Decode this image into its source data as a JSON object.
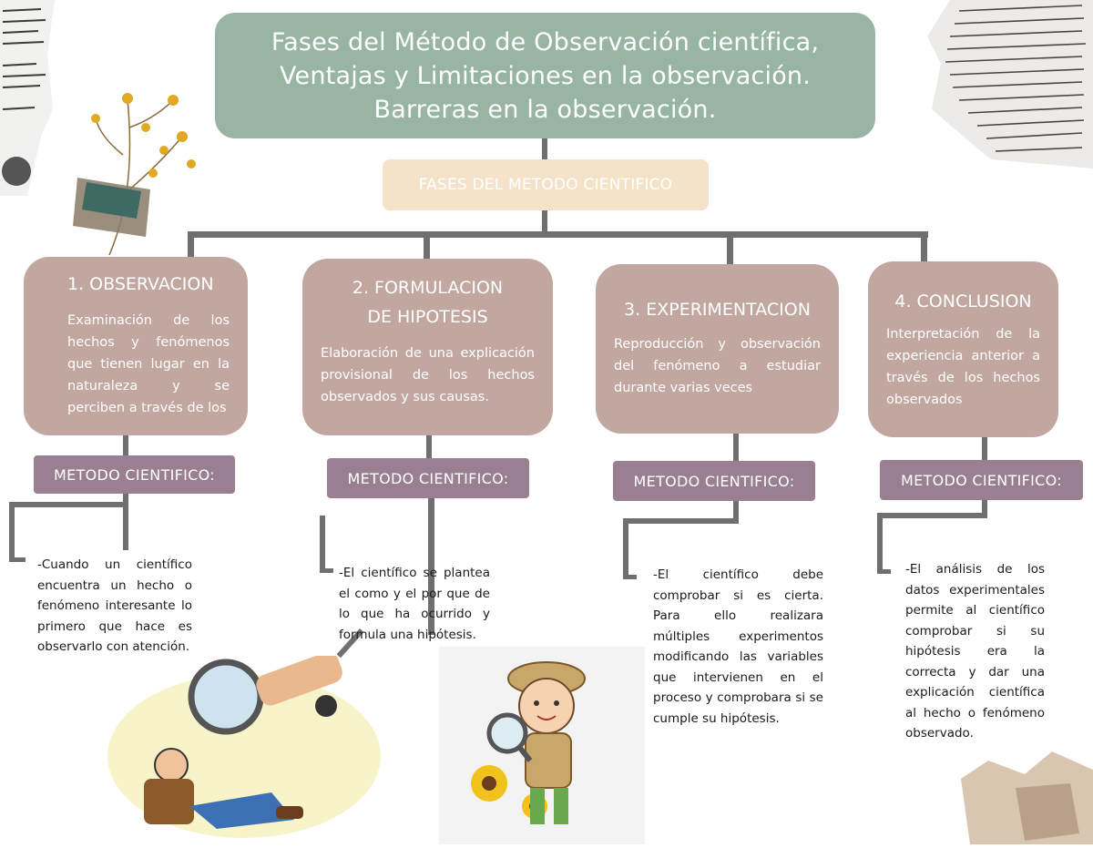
{
  "title": "Fases del Método de Observación científica,\nVentajas y Limitaciones en la observación.\nBarreras en la observación.",
  "center_label": "FASES DEL METODO CIENTIFICO",
  "phases": [
    {
      "title": "1. OBSERVACION",
      "description": "Examinación de los hechos y fenómenos que tienen lugar en la naturaleza y se perciben a través de los",
      "method_label": "METODO CIENTIFICO:",
      "note": "-Cuando un científico encuentra un hecho o fenómeno interesante lo primero que hace es observarlo con atención."
    },
    {
      "title": "2. FORMULACION DE HIPOTESIS",
      "description": "Elaboración de una explicación provisional de los hechos observados y sus causas.",
      "method_label": "METODO CIENTIFICO:",
      "note": "-El científico se plantea el como y el por que de lo que ha ocurrido y formula una hipótesis."
    },
    {
      "title": "3. EXPERIMENTACION",
      "description": "Reproducción y observación del fenómeno a estudiar durante varias veces",
      "method_label": "METODO CIENTIFICO:",
      "note": "-El científico debe comprobar si es cierta. Para ello realizara múltiples experimentos modificando las variables que intervienen en el proceso y comprobara si se cumple su hipótesis."
    },
    {
      "title": "4. CONCLUSION",
      "description": "Interpretación de la experiencia anterior a través de los hechos observados",
      "method_label": "METODO CIENTIFICO:",
      "note": "-El análisis de los datos experimentales permite al científico comprobar si su hipótesis era la correcta y dar una explicación científica al hecho o fenómeno observado."
    }
  ],
  "colors": {
    "title_bg": "#98b5a3",
    "center_bg": "#f4e3c9",
    "phase_bg": "#c2a7a1",
    "method_bg": "#9a7f92",
    "connector": "#6f6f6f"
  },
  "illustrations": [
    "newspaper-clipping",
    "dried-flower",
    "magnifying-glass-cartoon",
    "explorer-child-cartoon",
    "torn-paper-scrap"
  ]
}
